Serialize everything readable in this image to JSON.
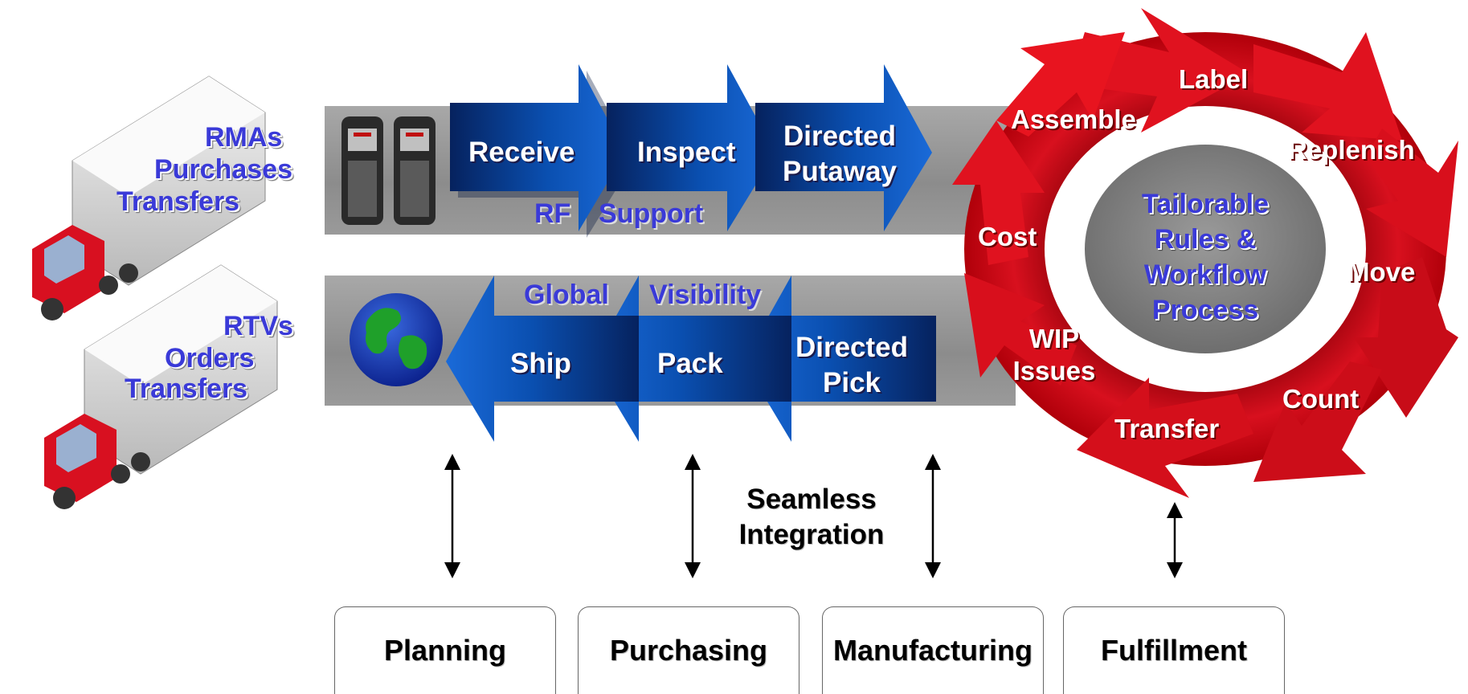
{
  "inbound": {
    "truck_labels": [
      "RMAs",
      "Purchases",
      "Transfers"
    ],
    "steps": [
      "Receive",
      "Inspect",
      "Directed Putaway"
    ],
    "band_labels": [
      "RF",
      "Support"
    ]
  },
  "outbound": {
    "truck_labels": [
      "RTVs",
      "Orders",
      "Transfers"
    ],
    "steps": [
      "Ship",
      "Pack",
      "Directed Pick"
    ],
    "band_labels": [
      "Global",
      "Visibility"
    ]
  },
  "cycle": {
    "center": [
      "Tailorable",
      "Rules &",
      "Workflow",
      "Process"
    ],
    "items": [
      "Label",
      "Replenish",
      "Move",
      "Count",
      "Transfer",
      "WIP Issues",
      "Cost",
      "Assemble"
    ]
  },
  "integration_label": [
    "Seamless",
    "Integration"
  ],
  "modules": [
    "Planning",
    "Purchasing",
    "Manufacturing",
    "Fulfillment"
  ],
  "colors": {
    "arrow_blue": "#0a4fb0",
    "arrow_blue_dark": "#06225e",
    "cycle_red": "#d8101e",
    "band_gray": "#999999",
    "label_blue": "#3a3ad8"
  },
  "icons": [
    "truck-icon",
    "rf-scanner-icon",
    "globe-icon"
  ]
}
